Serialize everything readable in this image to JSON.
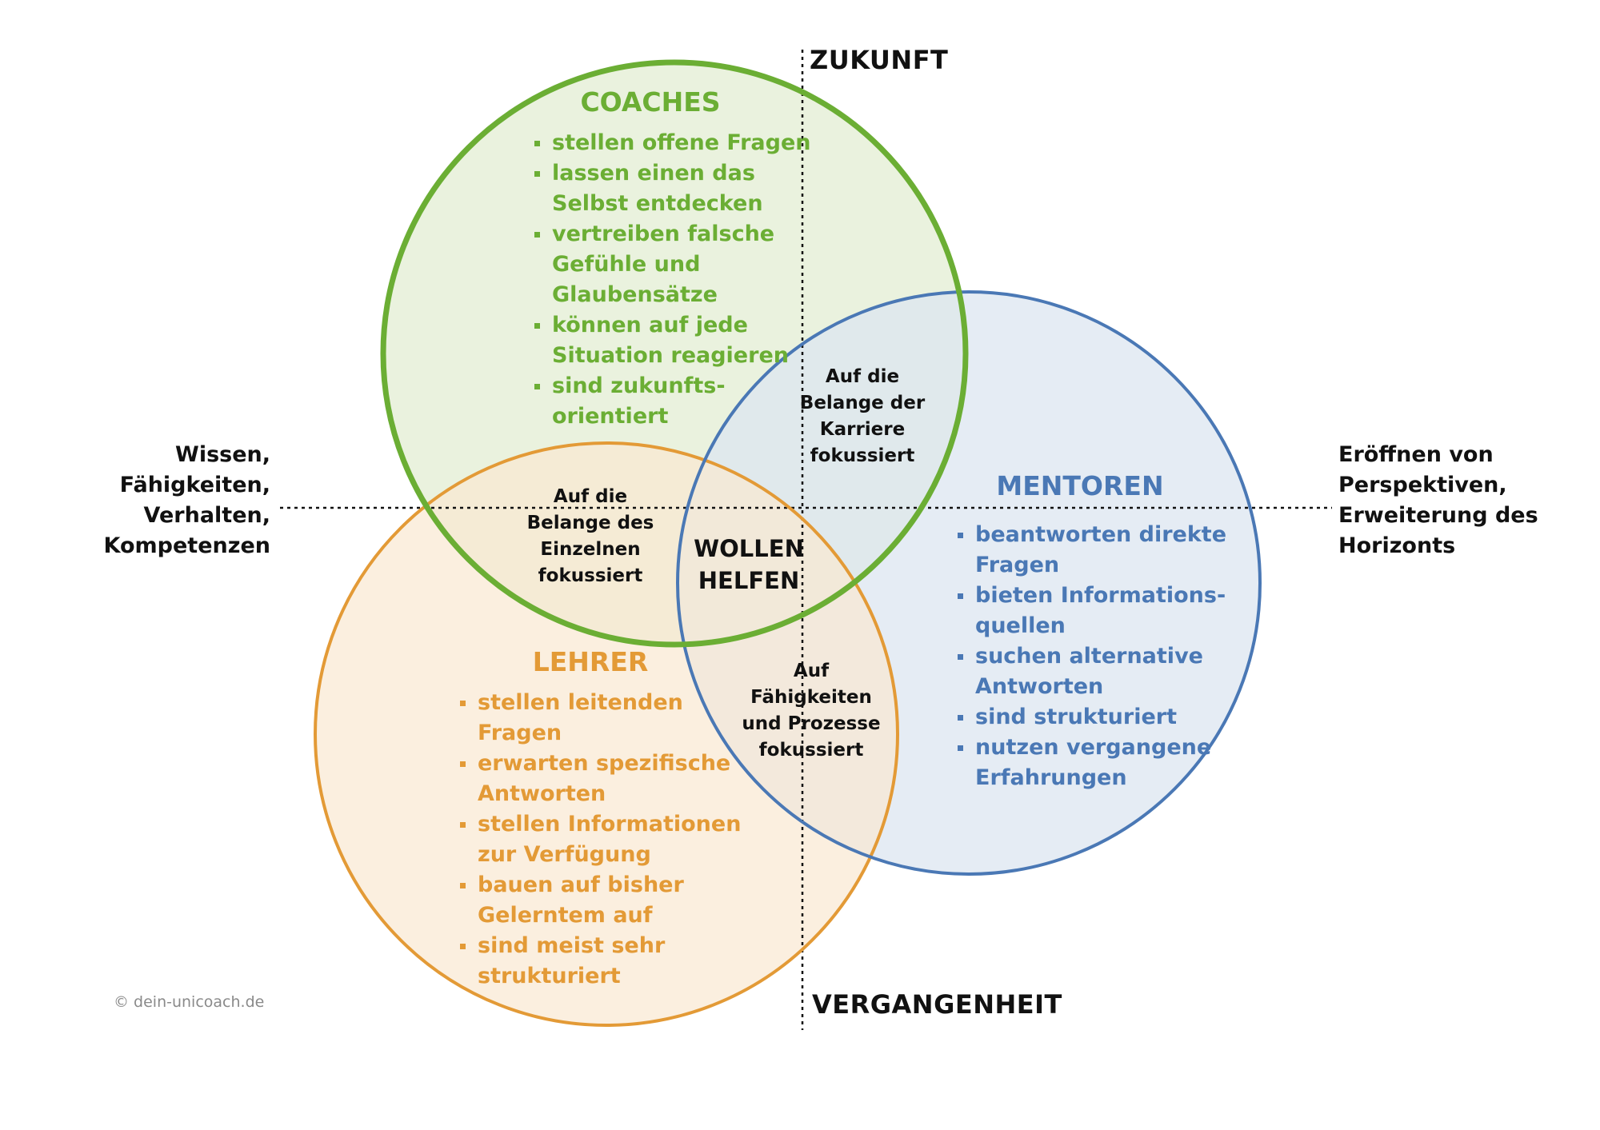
{
  "colors": {
    "coaches": "#6BAE34",
    "mentoren": "#4A78B5",
    "lehrer": "#E39A36",
    "coaches_fill": "#E6F0D8",
    "mentoren_fill": "#DCE5F0",
    "lehrer_fill": "#FAE8D2"
  },
  "axes": {
    "top": "ZUKUNFT",
    "bottom": "VERGANGENHEIT",
    "left": [
      "Wissen,",
      "Fähigkeiten,",
      "Verhalten,",
      "Kompetenzen"
    ],
    "right": [
      "Eröffnen von",
      "Perspektiven,",
      "Erweiterung des",
      "Horizonts"
    ]
  },
  "circles": {
    "coaches": {
      "title": "COACHES",
      "items": [
        [
          "stellen offene Fragen"
        ],
        [
          "lassen einen das",
          "Selbst entdecken"
        ],
        [
          "vertreiben falsche",
          "Gefühle und",
          "Glaubensätze"
        ],
        [
          "können auf jede",
          "Situation reagieren"
        ],
        [
          "sind zukunfts-",
          "orientiert"
        ]
      ]
    },
    "mentoren": {
      "title": "MENTOREN",
      "items": [
        [
          "beantworten direkte",
          "Fragen"
        ],
        [
          "bieten Informations-",
          "quellen"
        ],
        [
          "suchen alternative",
          "Antworten"
        ],
        [
          "sind strukturiert"
        ],
        [
          "nutzen vergangene",
          "Erfahrungen"
        ]
      ]
    },
    "lehrer": {
      "title": "LEHRER",
      "items": [
        [
          "stellen leitenden",
          "Fragen"
        ],
        [
          "erwarten spezifische",
          "Antworten"
        ],
        [
          "stellen Informationen",
          "zur Verfügung"
        ],
        [
          "bauen auf bisher",
          "Gelerntem auf"
        ],
        [
          "sind meist sehr",
          "strukturiert"
        ]
      ]
    }
  },
  "overlaps": {
    "coaches_mentoren": [
      "Auf die",
      "Belange der",
      "Karriere",
      "fokussiert"
    ],
    "coaches_lehrer": [
      "Auf die",
      "Belange des",
      "Einzelnen",
      "fokussiert"
    ],
    "mentoren_lehrer": [
      "Auf",
      "Fähigkeiten",
      "und Prozesse",
      "fokussiert"
    ],
    "center": [
      "WOLLEN",
      "HELFEN"
    ]
  },
  "copyright": "© dein-unicoach.de"
}
